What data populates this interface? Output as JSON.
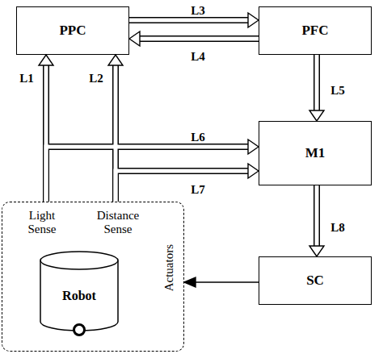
{
  "diagram": {
    "nodes": [
      {
        "text": [
          "PPC"
        ]
      },
      {
        "text": [
          "PFC"
        ]
      },
      {
        "text": [
          "M1"
        ]
      },
      {
        "text": [
          "SC"
        ]
      },
      {
        "text": [
          "Light Sense",
          "Distance Sense",
          "Actuators"
        ]
      },
      {
        "text": [
          "Robot"
        ],
        "in": 4
      }
    ],
    "edges": [
      {
        "from": 4,
        "to": 0,
        "label": "L1",
        "arrow": "to"
      },
      {
        "from": 4,
        "to": 0,
        "label": "L2",
        "arrow": "to"
      },
      {
        "from": 0,
        "to": 1,
        "label": "L3",
        "arrow": "to"
      },
      {
        "from": 1,
        "to": 0,
        "label": "L4",
        "arrow": "to"
      },
      {
        "from": 1,
        "to": 2,
        "label": "L5",
        "arrow": "to"
      },
      {
        "from": 4,
        "to": 2,
        "label": "L6",
        "arrow": "to"
      },
      {
        "from": 4,
        "to": 2,
        "label": "L7",
        "arrow": "to"
      },
      {
        "from": 2,
        "to": 3,
        "label": "L8",
        "arrow": "to"
      },
      {
        "from": 3,
        "to": 4,
        "arrow": "to"
      }
    ]
  }
}
